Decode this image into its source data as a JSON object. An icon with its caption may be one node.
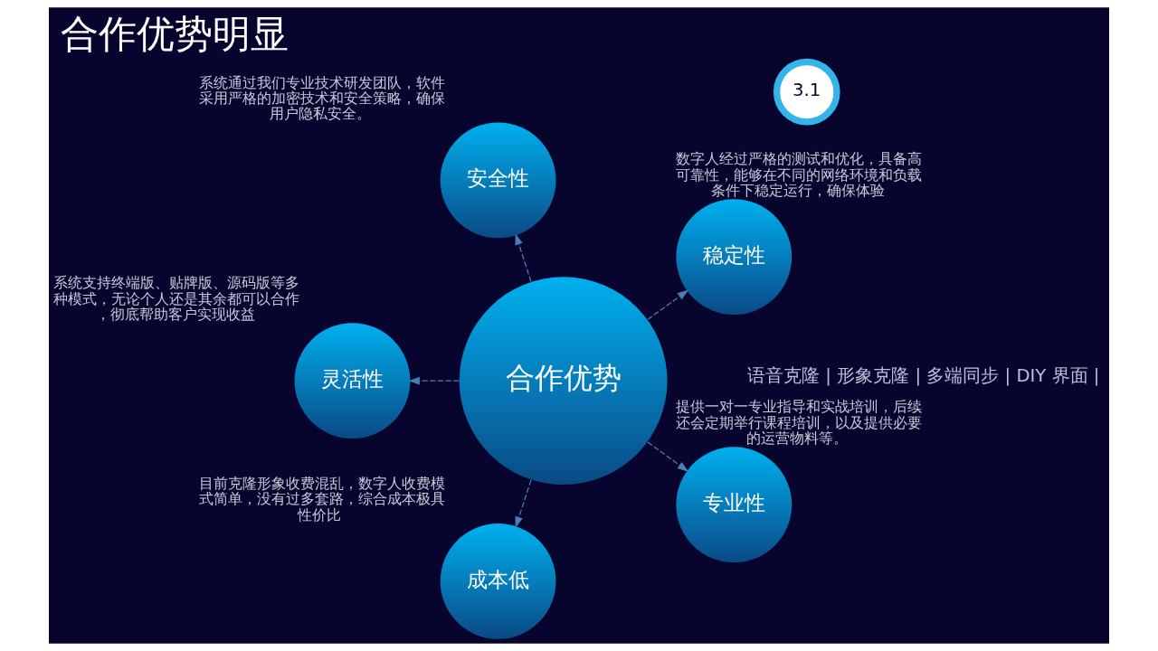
{
  "diagram": {
    "title": "合作优势明显",
    "nodes": [
      {
        "text": [
          "3.1"
        ]
      },
      {
        "text": [
          "稳定性"
        ],
        "beside": [
          "数字人经过严格的测试和优化，具备高可靠性，能够在不同的网络环境和负载条件下稳定运行，确保体验"
        ]
      },
      {
        "text": [
          "安全性"
        ],
        "beside": [
          "系统通过我们专业技术研发团队，软件采用严格的加密技术和安全策略，确保用户隐私安全。"
        ]
      },
      {
        "text": [
          "灵活性"
        ],
        "beside": [
          "系统支持终端版、贴牌版、源码版等多种模式，无论个人还是其余都可以合作，彻底帮助客户实现收益"
        ]
      },
      {
        "text": [
          "成本低"
        ],
        "beside": [
          "目前克隆形象收费混乱，数字人收费模式简单，没有过多套路，综合成本极具性价比"
        ]
      },
      {
        "text": [
          "合作优势"
        ]
      },
      {
        "text": [
          "专业性"
        ],
        "beside": [
          "提供一对一专业指导和实战培训，后续还会定期举行课程培训，以及提供必要的运营物料等。"
        ]
      }
    ],
    "edges": [
      {
        "from": 5,
        "to": 1,
        "arrow": "to",
        "style": "dashed"
      },
      {
        "from": 5,
        "to": 2,
        "arrow": "to",
        "style": "dashed"
      },
      {
        "from": 5,
        "to": 3,
        "arrow": "to",
        "style": "dashed"
      },
      {
        "from": 5,
        "to": 4,
        "arrow": "to",
        "style": "dashed"
      },
      {
        "from": 5,
        "to": 6,
        "arrow": "to",
        "style": "dashed"
      }
    ],
    "labels": [
      "语音克隆 | 形象克隆 | 多端同步 | DIY 界面 |"
    ]
  }
}
